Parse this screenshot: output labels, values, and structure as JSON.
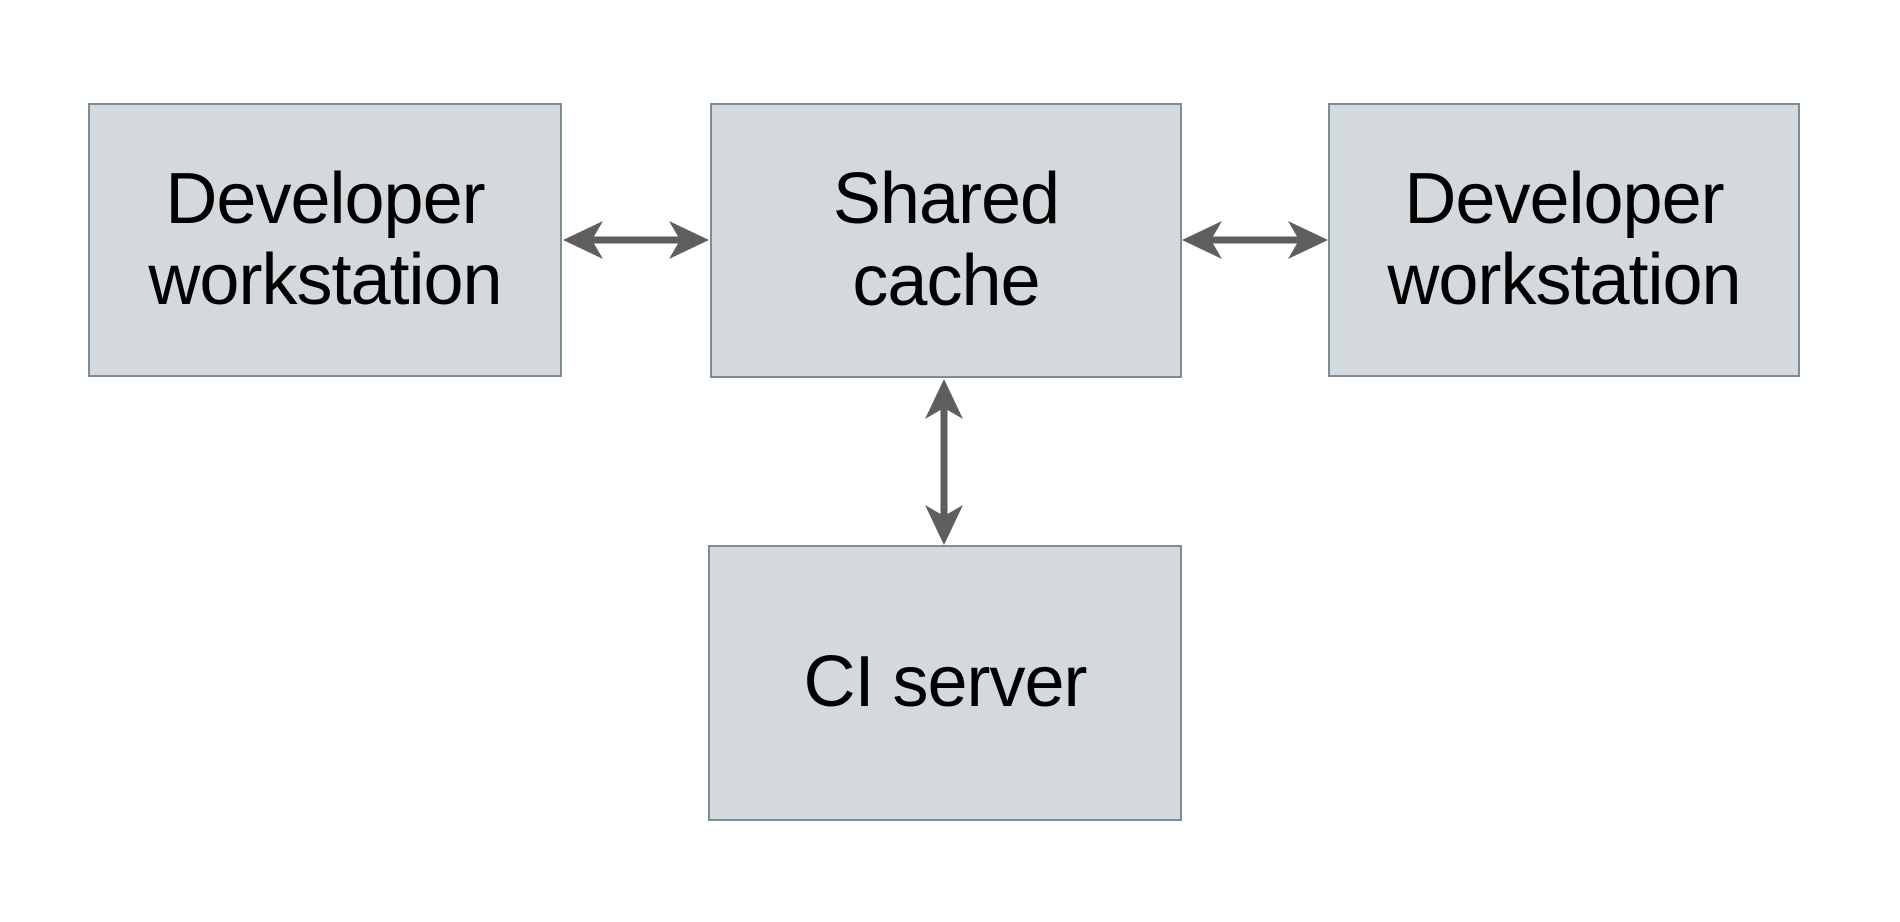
{
  "diagram": {
    "nodes": {
      "developer_left": {
        "line1": "Developer",
        "line2": "workstation"
      },
      "shared_cache": {
        "line1": "Shared",
        "line2": "cache"
      },
      "developer_right": {
        "line1": "Developer",
        "line2": "workstation"
      },
      "ci_server": {
        "line1": "CI server"
      }
    },
    "edges": [
      {
        "from": "Developer workstation (left)",
        "to": "Shared cache",
        "direction": "bidirectional"
      },
      {
        "from": "Shared cache",
        "to": "Developer workstation (right)",
        "direction": "bidirectional"
      },
      {
        "from": "Shared cache",
        "to": "CI server",
        "direction": "bidirectional"
      }
    ]
  },
  "colors": {
    "canvas_bg": "#ffffff",
    "box_fill": "#d3d9dc",
    "box_border": "#7c8d94",
    "arrow": "#5e5e5e",
    "text": "#000000"
  }
}
